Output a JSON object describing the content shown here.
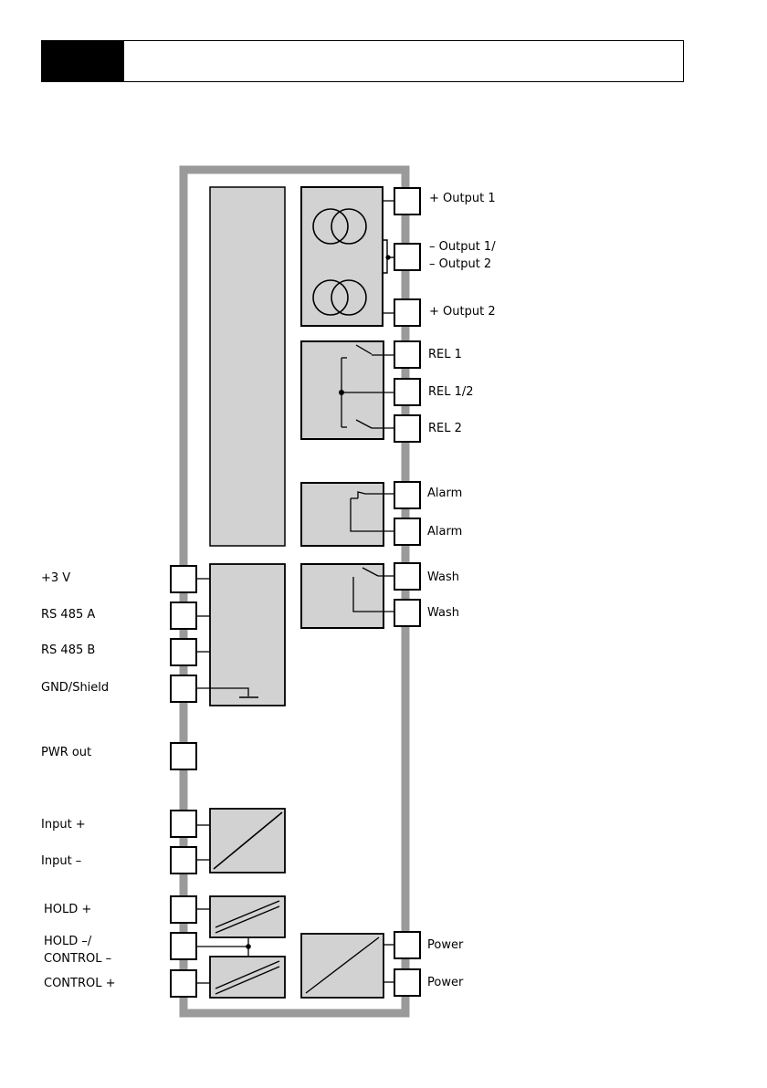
{
  "header": {
    "title": ""
  },
  "right_labels": {
    "output1_pos": "+ Output 1",
    "output_neg_line1": "– Output 1/",
    "output_neg_line2": "– Output 2",
    "output2_pos": "+ Output 2",
    "rel1": "REL 1",
    "rel12": "REL 1/2",
    "rel2": "REL 2",
    "alarm_a": "Alarm",
    "alarm_b": "Alarm",
    "wash_a": "Wash",
    "wash_b": "Wash",
    "power_a": "Power",
    "power_b": "Power"
  },
  "left_labels": {
    "plus3v": "+3 V",
    "rs485a": "RS 485 A",
    "rs485b": "RS 485 B",
    "gnd": "GND/Shield",
    "pwr_out": "PWR out",
    "input_pos": "Input +",
    "input_neg": "Input –",
    "hold_pos": "HOLD +",
    "hold_neg_line1": "HOLD –/",
    "hold_neg_line2": "CONTROL –",
    "control_pos": "CONTROL +"
  },
  "colors": {
    "housing": "#9a9a9a",
    "module_fill": "#d2d2d2",
    "line": "#000000",
    "background": "#ffffff"
  }
}
